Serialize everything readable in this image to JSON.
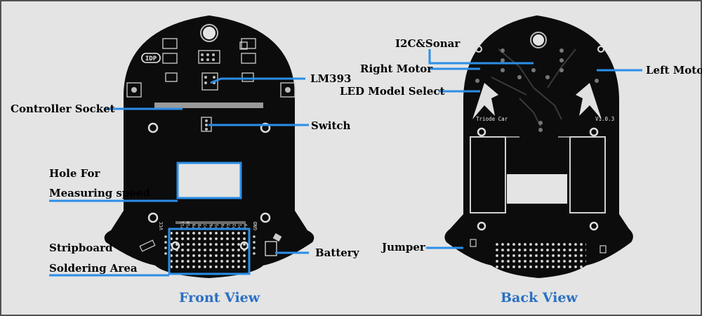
{
  "colors": {
    "background": "#e4e4e4",
    "board": "#0c0c0c",
    "callout": "#2a8ee8",
    "title": "#2a6fc2"
  },
  "front": {
    "title": "Front View",
    "labels": {
      "controller_socket": "Controller Socket",
      "lm393": "LM393",
      "switch": "Switch",
      "hole_line1": "Hole For",
      "hole_line2": "Measuring speed",
      "stripboard_line1": "Stripboard",
      "stripboard_line2": "Soldering Area",
      "battery": "Battery"
    },
    "silkscreen": {
      "logo": "IDP",
      "vcc": "VCC",
      "gnd": "GND",
      "pins": [
        "P11",
        "P10",
        "P9",
        "P8",
        "P7",
        "P6",
        "P5",
        "P4",
        "P3",
        "P2",
        "P1",
        "P0"
      ]
    }
  },
  "back": {
    "title": "Back View",
    "labels": {
      "i2c_sonar": "I2C&Sonar",
      "right_motor": "Right Motor",
      "left_motor": "Left Motor",
      "led_model_select": "LED Model Select",
      "jumper": "Jumper"
    },
    "silkscreen": {
      "board_name": "Triode Car",
      "version": "V1.0.3"
    }
  }
}
